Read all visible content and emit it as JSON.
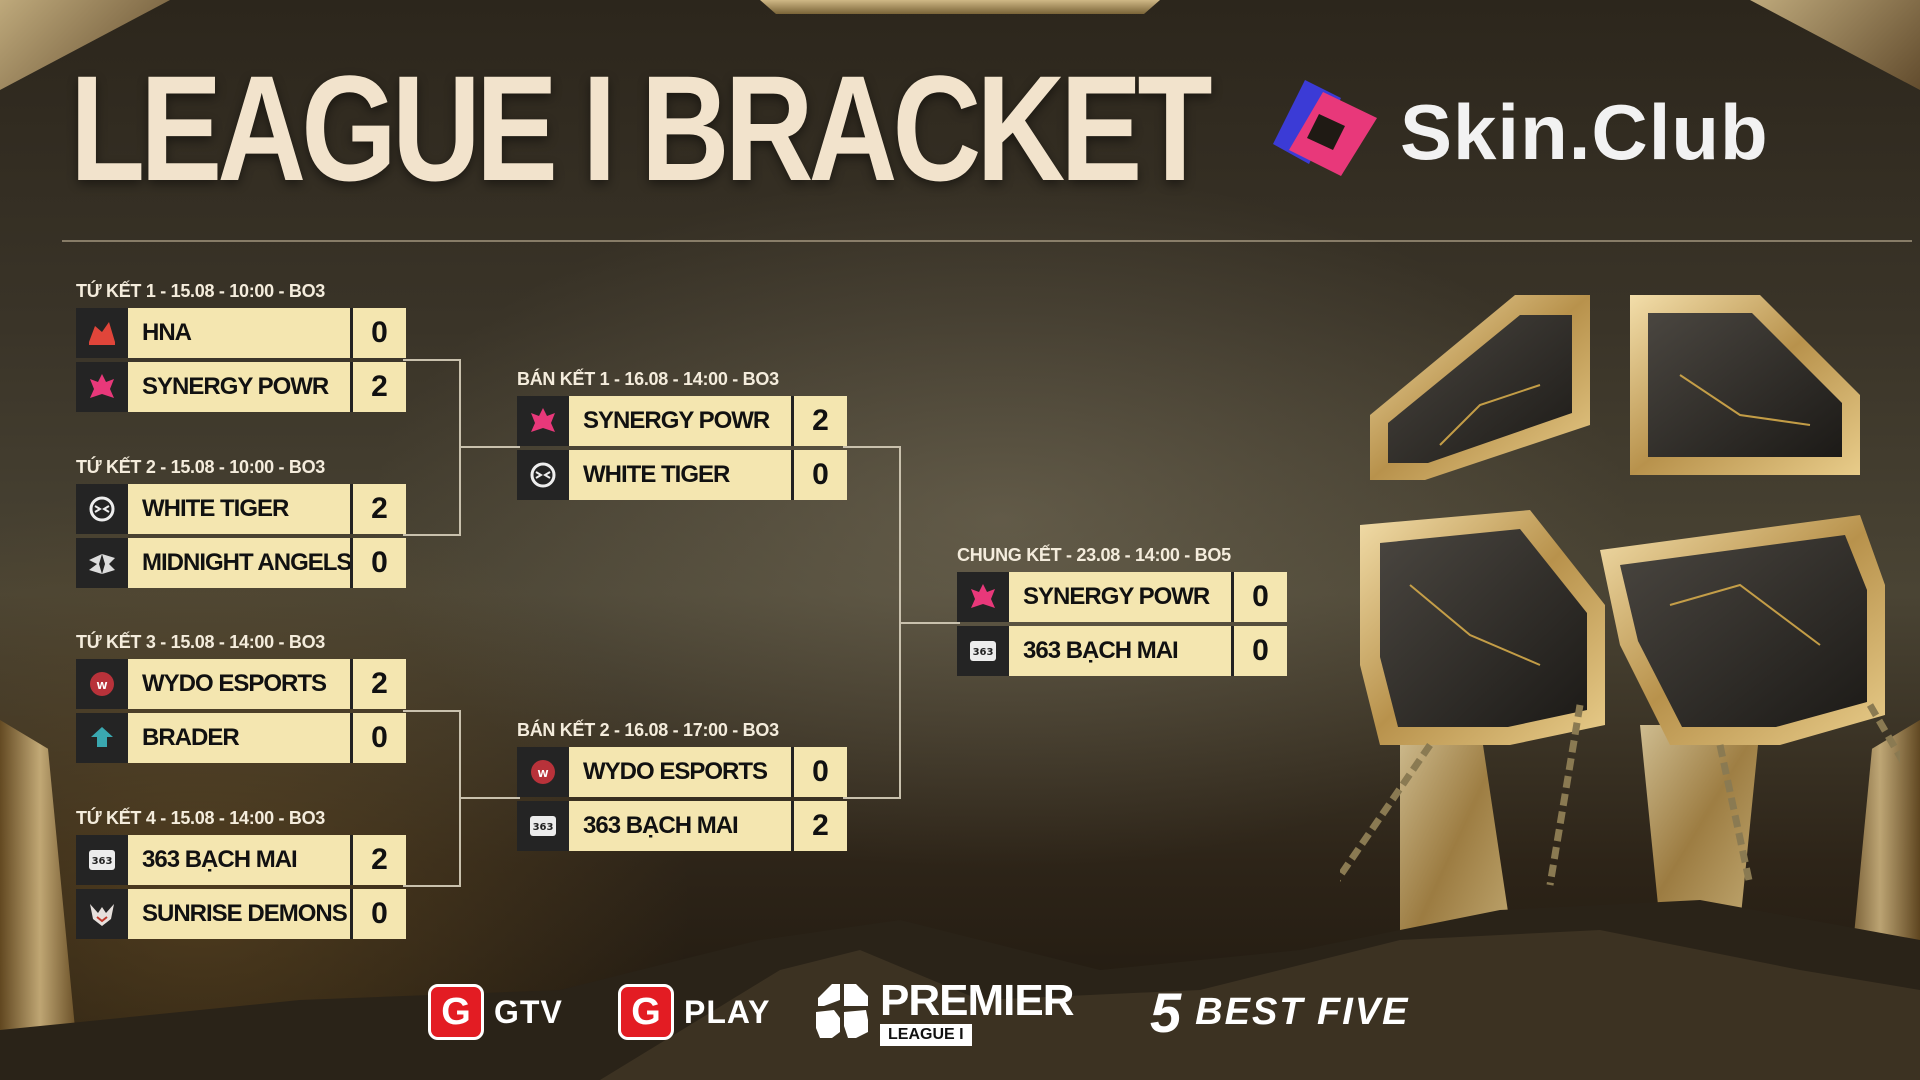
{
  "title": "LEAGUE I BRACKET",
  "sponsor": {
    "name": "Skin.Club",
    "icon": "skinclub-logo-icon"
  },
  "quarterfinals": [
    {
      "label": "TỨ KẾT 1 - 15.08 - 10:00 - BO3",
      "teams": [
        {
          "name": "HNA",
          "score": "0",
          "icon": "hna-logo-icon"
        },
        {
          "name": "SYNERGY POWR",
          "score": "2",
          "icon": "synergy-powr-logo-icon"
        }
      ]
    },
    {
      "label": "TỨ KẾT 2 - 15.08 - 10:00 - BO3",
      "teams": [
        {
          "name": "WHITE TIGER",
          "score": "2",
          "icon": "white-tiger-logo-icon"
        },
        {
          "name": "MIDNIGHT ANGELS",
          "score": "0",
          "icon": "midnight-angels-logo-icon"
        }
      ]
    },
    {
      "label": "TỨ KẾT 3 - 15.08 - 14:00 - BO3",
      "teams": [
        {
          "name": "WYDO ESPORTS",
          "score": "2",
          "icon": "wydo-esports-logo-icon"
        },
        {
          "name": "BRADER",
          "score": "0",
          "icon": "brader-logo-icon"
        }
      ]
    },
    {
      "label": "TỨ KẾT 4 - 15.08 - 14:00 - BO3",
      "teams": [
        {
          "name": "363 BẠCH MAI",
          "score": "2",
          "icon": "363-bach-mai-logo-icon"
        },
        {
          "name": "SUNRISE DEMONS",
          "score": "0",
          "icon": "sunrise-demons-logo-icon"
        }
      ]
    }
  ],
  "semifinals": [
    {
      "label": "BÁN KẾT 1 - 16.08 - 14:00 - BO3",
      "teams": [
        {
          "name": "SYNERGY POWR",
          "score": "2",
          "icon": "synergy-powr-logo-icon"
        },
        {
          "name": "WHITE TIGER",
          "score": "0",
          "icon": "white-tiger-logo-icon"
        }
      ]
    },
    {
      "label": "BÁN KẾT 2 - 16.08 - 17:00 - BO3",
      "teams": [
        {
          "name": "WYDO ESPORTS",
          "score": "0",
          "icon": "wydo-esports-logo-icon"
        },
        {
          "name": "363 BẠCH MAI",
          "score": "2",
          "icon": "363-bach-mai-logo-icon"
        }
      ]
    }
  ],
  "final": {
    "label": "CHUNG KẾT - 23.08 - 14:00 - BO5",
    "teams": [
      {
        "name": "SYNERGY POWR",
        "score": "0",
        "icon": "synergy-powr-logo-icon"
      },
      {
        "name": "363 BẠCH MAI",
        "score": "0",
        "icon": "363-bach-mai-logo-icon"
      }
    ]
  },
  "footer": {
    "gtv": {
      "badge": "G",
      "text": "GTV"
    },
    "gplay": {
      "badge": "G",
      "text": "PLAY"
    },
    "premier": {
      "title": "PREMIER",
      "subtitle": "LEAGUE I"
    },
    "bestfive": {
      "mark": "5",
      "text": "BEST FIVE"
    }
  },
  "colors": {
    "slot_bg": "#f4e6b0",
    "logo_bg": "#242424",
    "accent_pink": "#e8387a",
    "accent_blue": "#3b3bd6"
  }
}
